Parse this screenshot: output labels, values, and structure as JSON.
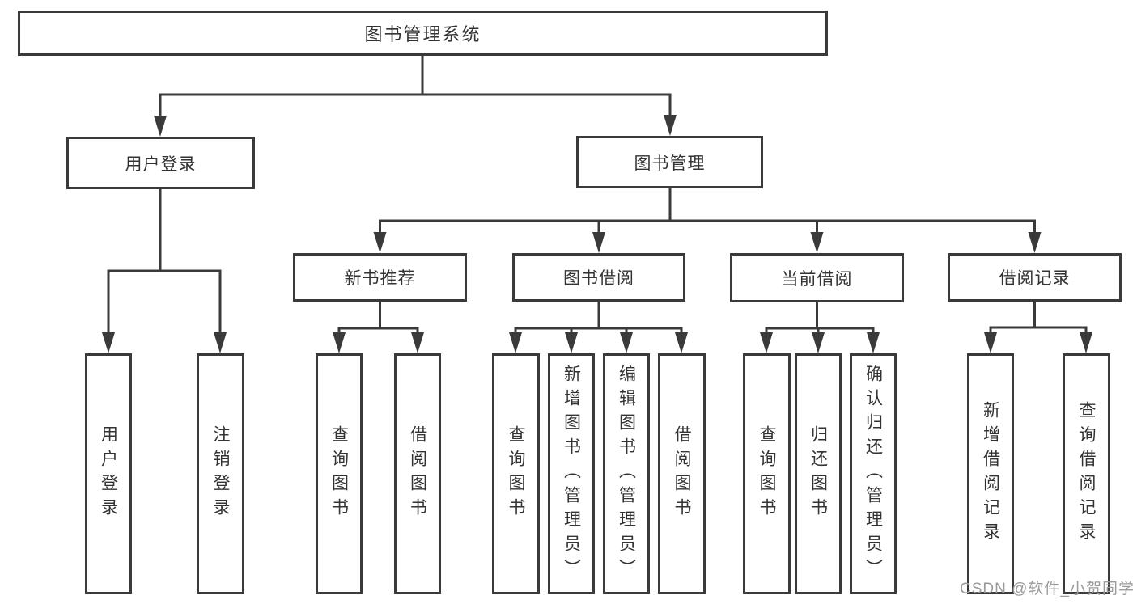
{
  "diagram_title": "图书管理系统",
  "tree": {
    "root": {
      "label": "图书管理系统",
      "children": [
        {
          "label": "用户登录",
          "children": [
            {
              "label": "用户登录"
            },
            {
              "label": "注销登录"
            }
          ]
        },
        {
          "label": "图书管理",
          "children": [
            {
              "label": "新书推荐",
              "children": [
                {
                  "label": "查询图书"
                },
                {
                  "label": "借阅图书"
                }
              ]
            },
            {
              "label": "图书借阅",
              "children": [
                {
                  "label": "查询图书"
                },
                {
                  "label": "新增图书（管理员）"
                },
                {
                  "label": "编辑图书（管理员）"
                },
                {
                  "label": "借阅图书"
                }
              ]
            },
            {
              "label": "当前借阅",
              "children": [
                {
                  "label": "查询图书"
                },
                {
                  "label": "归还图书"
                },
                {
                  "label": "确认归还（管理员）"
                }
              ]
            },
            {
              "label": "借阅记录",
              "children": [
                {
                  "label": "新增借阅记录"
                },
                {
                  "label": "查询借阅记录"
                }
              ]
            }
          ]
        }
      ]
    }
  },
  "watermark": {
    "text": "CSDN @软件_小贺同学"
  },
  "colors": {
    "line": "#3a3a3a",
    "text": "#333333",
    "watermark": "#9b9b9b",
    "background": "#ffffff"
  }
}
